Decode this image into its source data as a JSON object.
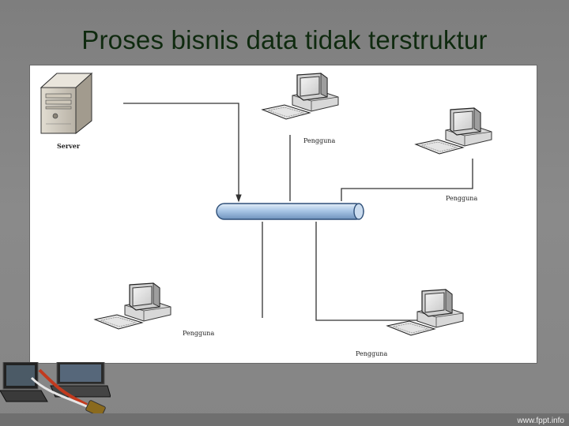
{
  "slide": {
    "title": "Proses bisnis data tidak terstruktur",
    "footer": "www.fppt.info"
  },
  "diagram": {
    "server_label": "Server",
    "client_labels": [
      "Pengguna",
      "Pengguna",
      "Pengguna",
      "Pengguna"
    ]
  },
  "colors": {
    "background": "#858585",
    "bus": "#a9c6e6",
    "title": "#0f2a0f"
  }
}
